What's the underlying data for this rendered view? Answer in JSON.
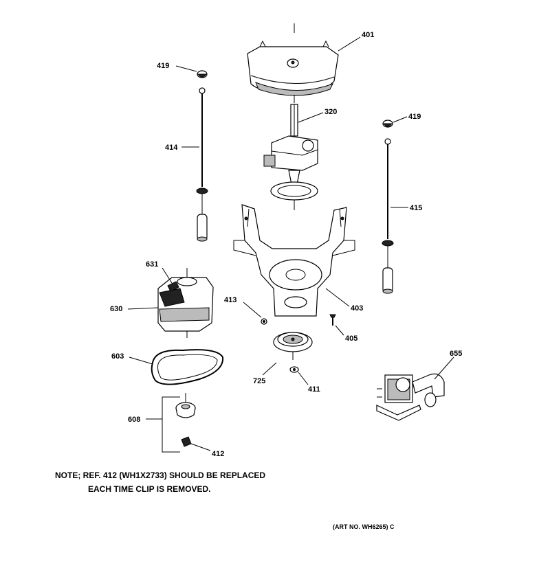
{
  "parts": {
    "p401": "401",
    "p419a": "419",
    "p419b": "419",
    "p320": "320",
    "p414": "414",
    "p415": "415",
    "p631": "631",
    "p630": "630",
    "p413": "413",
    "p403": "403",
    "p405": "405",
    "p603": "603",
    "p725": "725",
    "p411": "411",
    "p655": "655",
    "p608": "608",
    "p412": "412"
  },
  "note": {
    "line1": "NOTE; REF. 412 (WH1X2733) SHOULD BE REPLACED",
    "line2": "EACH TIME CLIP IS REMOVED."
  },
  "art_number": "(ART NO. WH6265) C"
}
